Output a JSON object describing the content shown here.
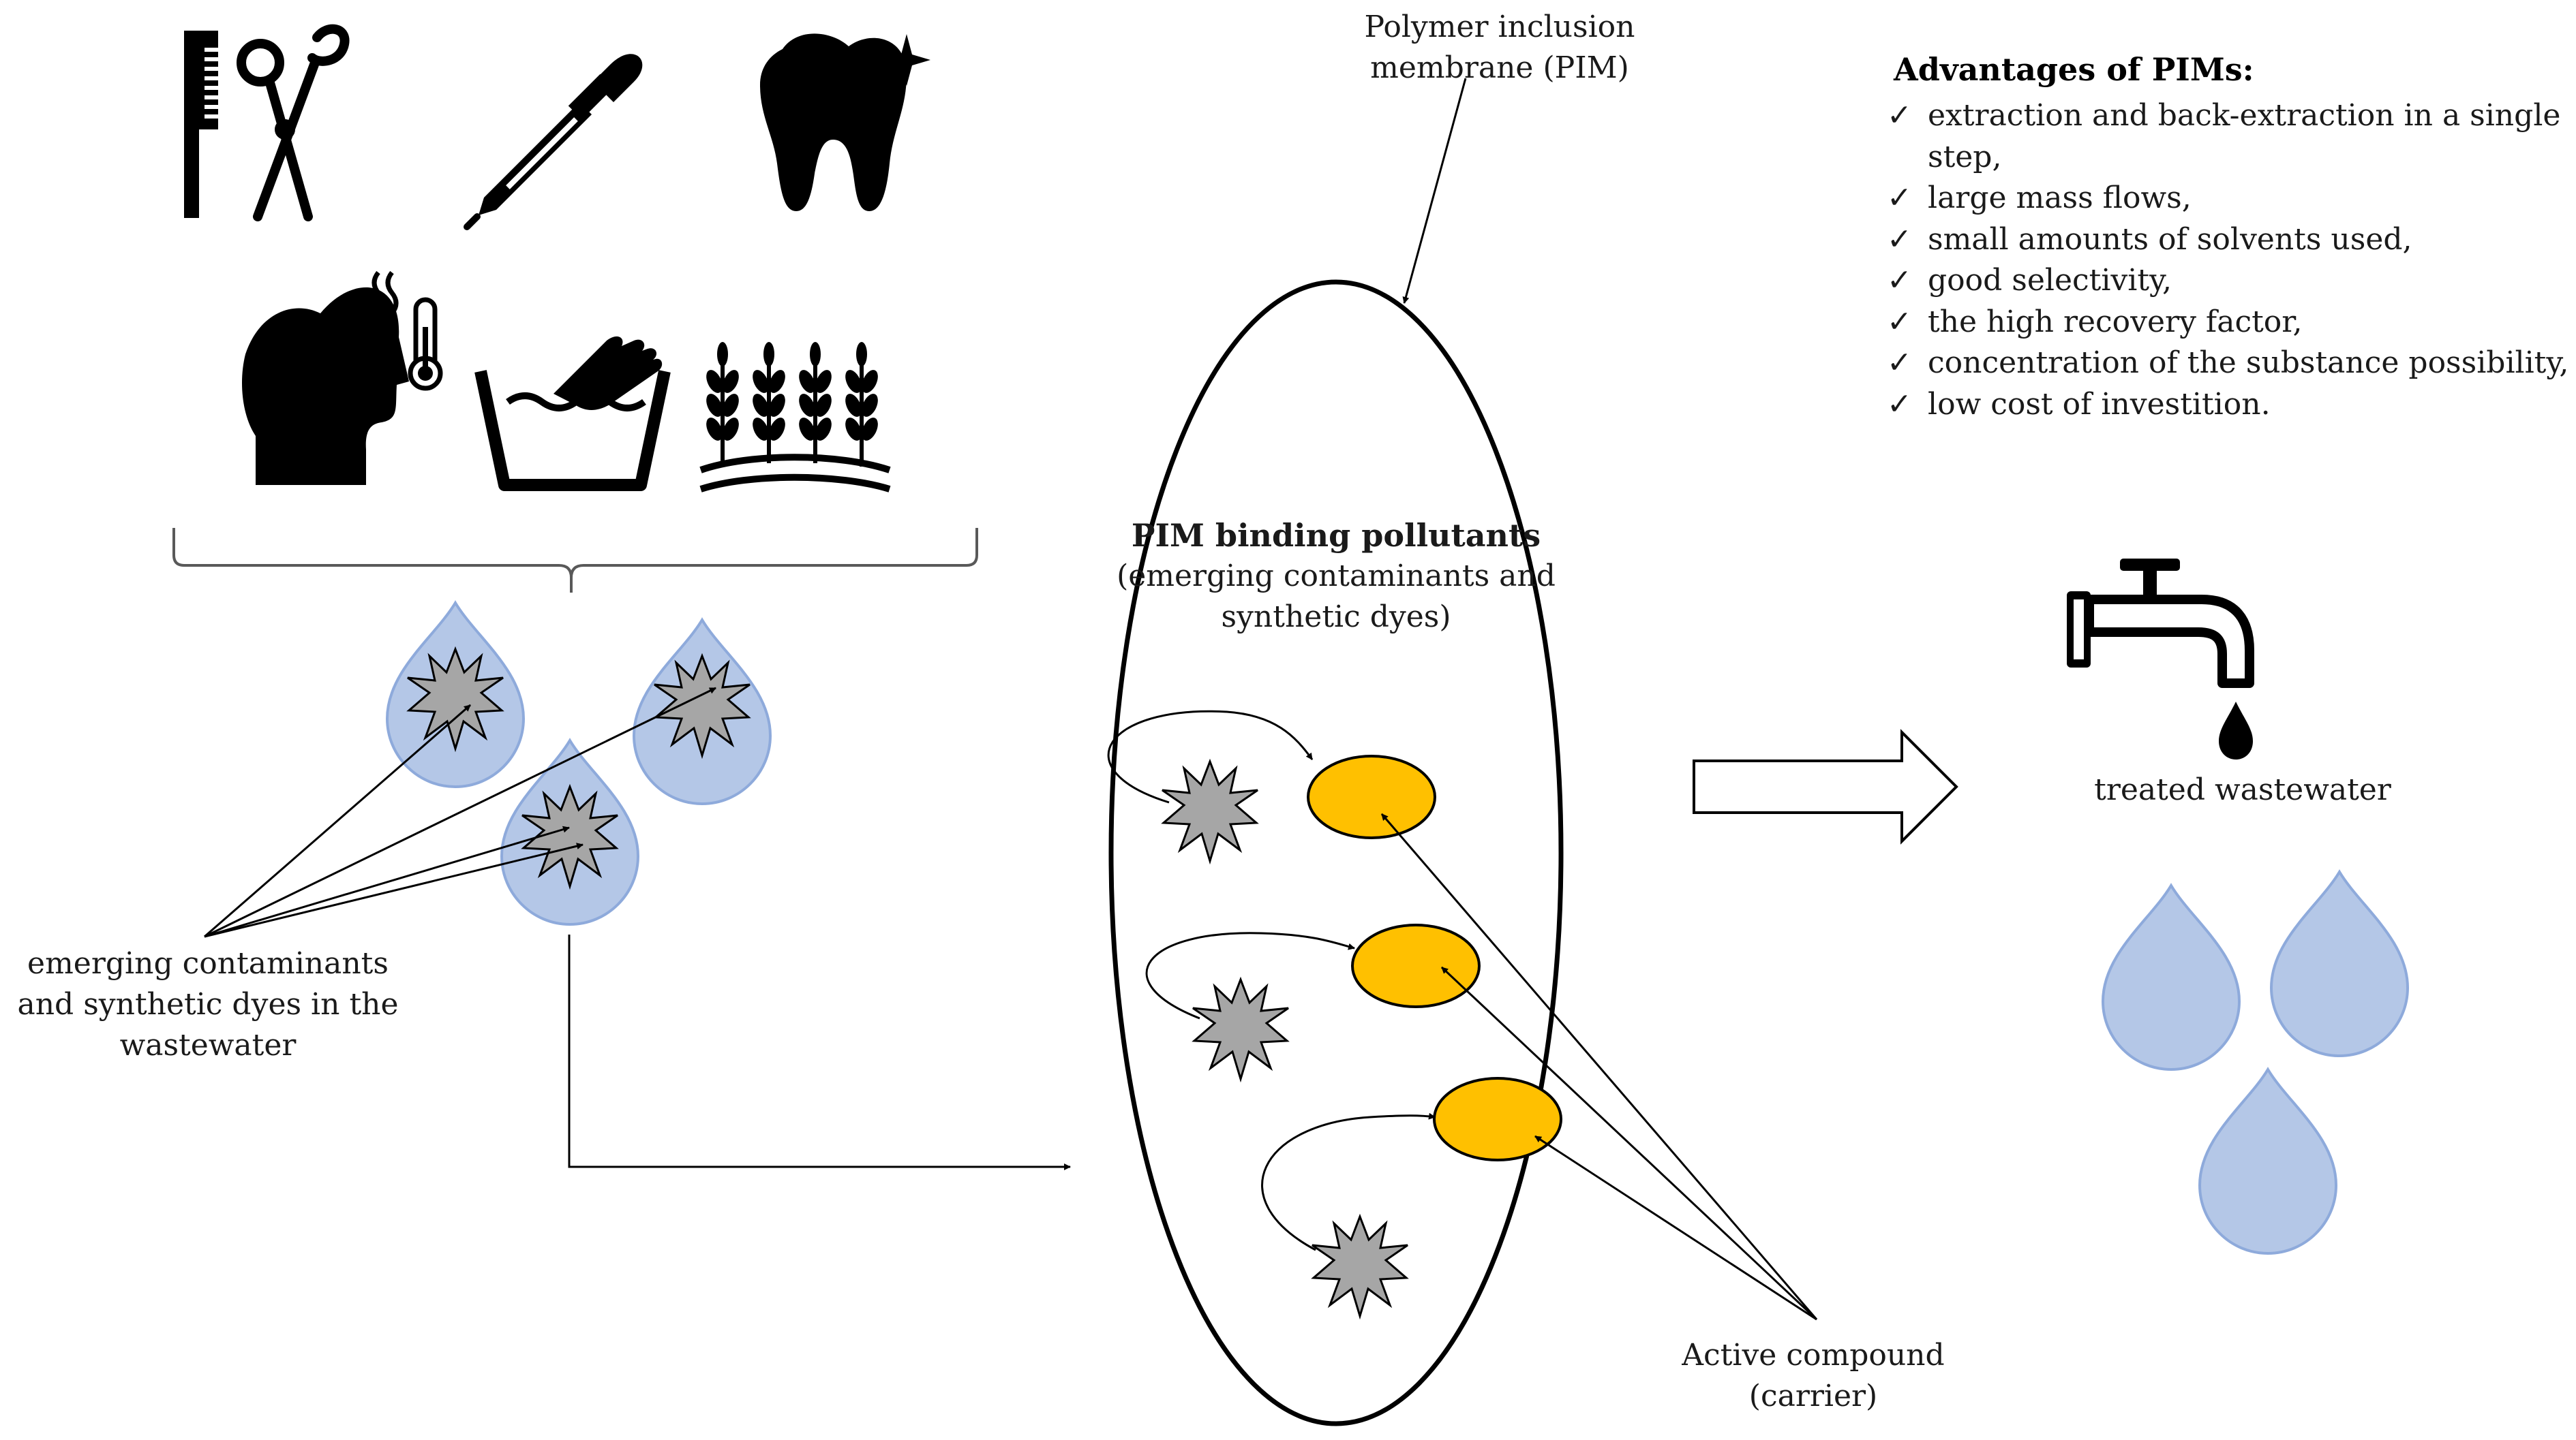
{
  "pim_label": {
    "line1": "Polymer inclusion",
    "line2": "membrane (PIM)"
  },
  "advantages": {
    "title": "Advantages of PIMs:",
    "check_glyph": "✓",
    "items": [
      "extraction and back-extraction in a single",
      "step,",
      "large mass flows,",
      "small amounts of solvents used,",
      "good selectivity,",
      "the high recovery factor,",
      "concentration of the substance possibility,",
      "low cost of investition."
    ]
  },
  "pim_binding": {
    "title": "PIM binding pollutants",
    "line2": "(emerging contaminants and",
    "line3": "synthetic dyes)"
  },
  "treated_label": "treated wastewater",
  "contaminants_label": {
    "line1": "emerging contaminants",
    "line2": "and synthetic dyes in the",
    "line3": "wastewater"
  },
  "active_compound": {
    "line1": "Active compound",
    "line2": "(carrier)"
  },
  "icons": [
    "comb-icon",
    "scissors-icon",
    "dropper-icon",
    "tooth-icon",
    "head-fever-icon",
    "thermometer-icon",
    "washbasin-hand-icon",
    "wheat-field-icon",
    "water-tap-icon"
  ],
  "colors": {
    "droplet": "#b4c7e7",
    "droplet_edge": "#8eaadb",
    "pollutant": "#a6a6a6",
    "carrier": "#ffc000"
  }
}
